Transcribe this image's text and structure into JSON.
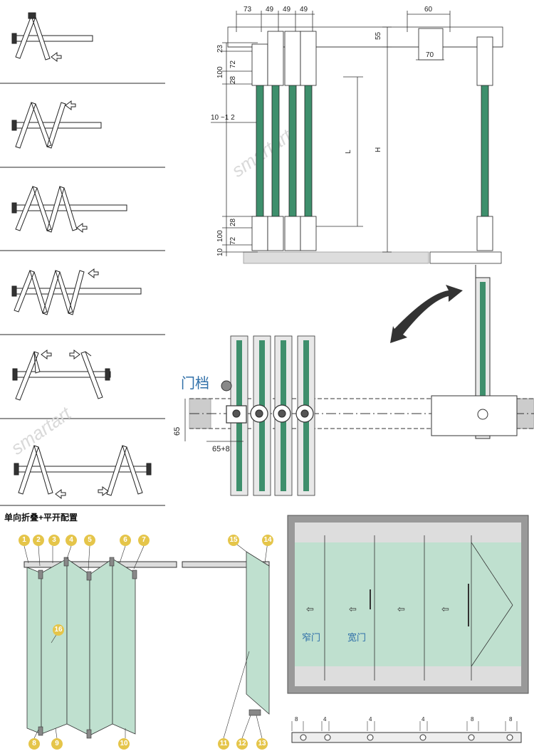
{
  "dimensions_top": [
    "73",
    "49",
    "49",
    "49",
    "60",
    "55",
    "70",
    "23",
    "100",
    "72",
    "28",
    "10 ~1 2",
    "L",
    "H",
    "28",
    "72",
    "100",
    "10"
  ],
  "plan": {
    "door_stop_label": "门档",
    "dim_65": "65",
    "dim_65_8": "65+8"
  },
  "config_title": "单向折叠+平开配置",
  "callouts": [
    "1",
    "2",
    "3",
    "4",
    "5",
    "6",
    "7",
    "8",
    "9",
    "10",
    "11",
    "12",
    "13",
    "14",
    "15",
    "16"
  ],
  "elevation": {
    "label_narrow": "窄门",
    "label_wide": "宽门"
  },
  "track_dims": [
    "8",
    "4",
    "4",
    "4",
    "8",
    "8"
  ],
  "watermark": "smartart",
  "colors": {
    "glass": "#9ecfb9",
    "glass_dark": "#3e8f6c",
    "line": "#333333",
    "callout": "#e5c54a",
    "accent_text": "#2f6fa8"
  }
}
